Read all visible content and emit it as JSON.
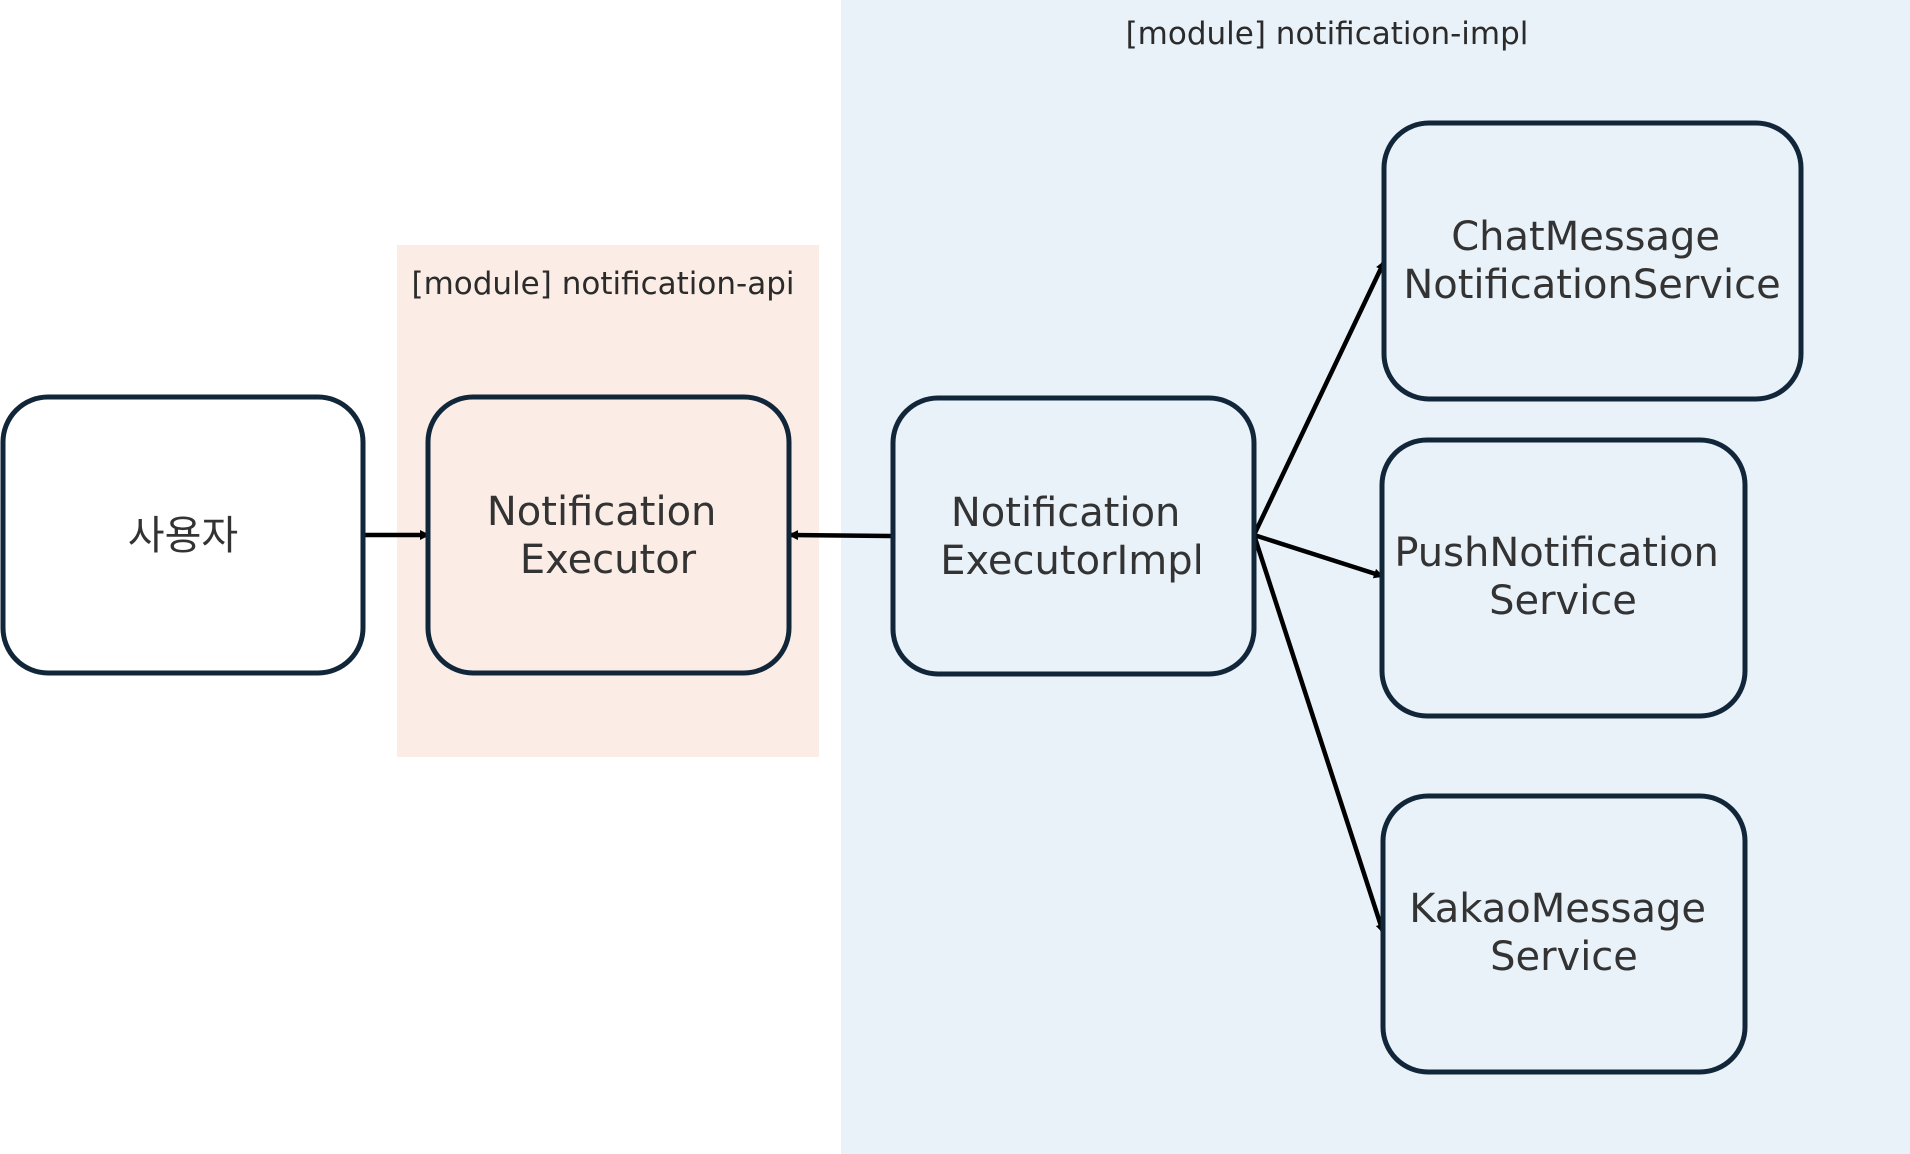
{
  "colors": {
    "impl_region_fill": "#e9f1f9",
    "api_region_fill": "#fbede6",
    "node_stroke": "#12263a",
    "node_fill_default": "#ffffff",
    "text": "#333333",
    "arrow": "#000000"
  },
  "regions": {
    "impl": {
      "title": "[module] notification-impl"
    },
    "api": {
      "title": "[module] notification-api"
    }
  },
  "nodes": {
    "user": {
      "lines": [
        "사용자"
      ]
    },
    "executor": {
      "lines": [
        "Notification",
        "Executor"
      ]
    },
    "executor_impl": {
      "lines": [
        "Notification",
        "ExecutorImpl"
      ]
    },
    "chat_service": {
      "lines": [
        "ChatMessage",
        "NotificationService"
      ]
    },
    "push_service": {
      "lines": [
        "PushNotification",
        "Service"
      ]
    },
    "kakao_service": {
      "lines": [
        "KakaoMessage",
        "Service"
      ]
    }
  },
  "edges": [
    {
      "from": "user",
      "to": "executor"
    },
    {
      "from": "executor_impl",
      "to": "executor"
    },
    {
      "from": "executor_impl",
      "to": "chat_service"
    },
    {
      "from": "executor_impl",
      "to": "push_service"
    },
    {
      "from": "executor_impl",
      "to": "kakao_service"
    }
  ]
}
